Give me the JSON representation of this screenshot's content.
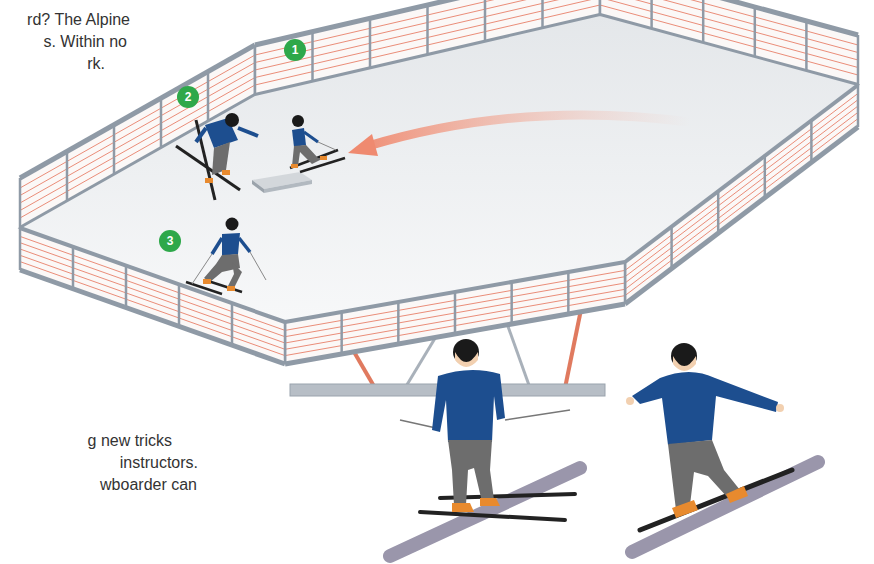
{
  "diagram": {
    "nodes": [
      {
        "text": [
          "1"
        ]
      },
      {
        "text": [
          "2"
        ]
      },
      {
        "text": [
          "3"
        ]
      }
    ],
    "labels": [
      "rd? The Alpine",
      "s. Within no",
      "rk.",
      "g new tricks",
      "instructors.",
      "wboarder can"
    ]
  }
}
